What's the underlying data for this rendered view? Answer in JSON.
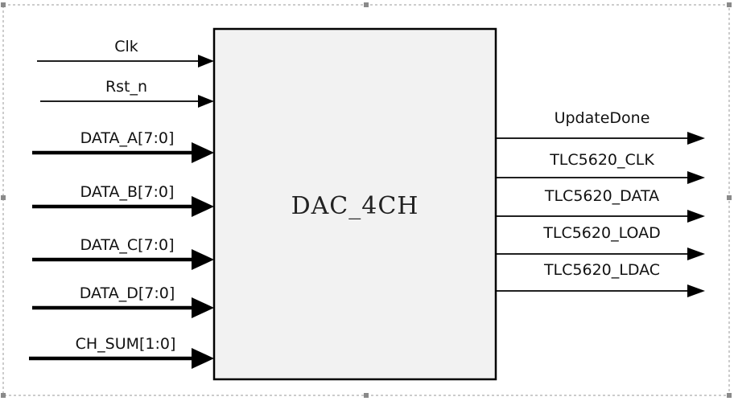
{
  "block": {
    "name": "DAC_4CH"
  },
  "inputs": [
    {
      "id": "clk",
      "label": "Clk",
      "bus": false
    },
    {
      "id": "rst",
      "label": "Rst_n",
      "bus": false
    },
    {
      "id": "data-a",
      "label": "DATA_A[7:0]",
      "bus": true
    },
    {
      "id": "data-b",
      "label": "DATA_B[7:0]",
      "bus": true
    },
    {
      "id": "data-c",
      "label": "DATA_C[7:0]",
      "bus": true
    },
    {
      "id": "data-d",
      "label": "DATA_D[7:0]",
      "bus": true
    },
    {
      "id": "ch-sum",
      "label": "CH_SUM[1:0]",
      "bus": true
    }
  ],
  "outputs": [
    {
      "id": "update-done",
      "label": "UpdateDone"
    },
    {
      "id": "tlc5620-clk",
      "label": "TLC5620_CLK"
    },
    {
      "id": "tlc5620-data",
      "label": "TLC5620_DATA"
    },
    {
      "id": "tlc5620-load",
      "label": "TLC5620_LOAD"
    },
    {
      "id": "tlc5620-ldac",
      "label": "TLC5620_LDAC"
    }
  ],
  "colors": {
    "border": "#9a9a9a",
    "block_fill": "#f2f2f2",
    "line": "#000000"
  }
}
